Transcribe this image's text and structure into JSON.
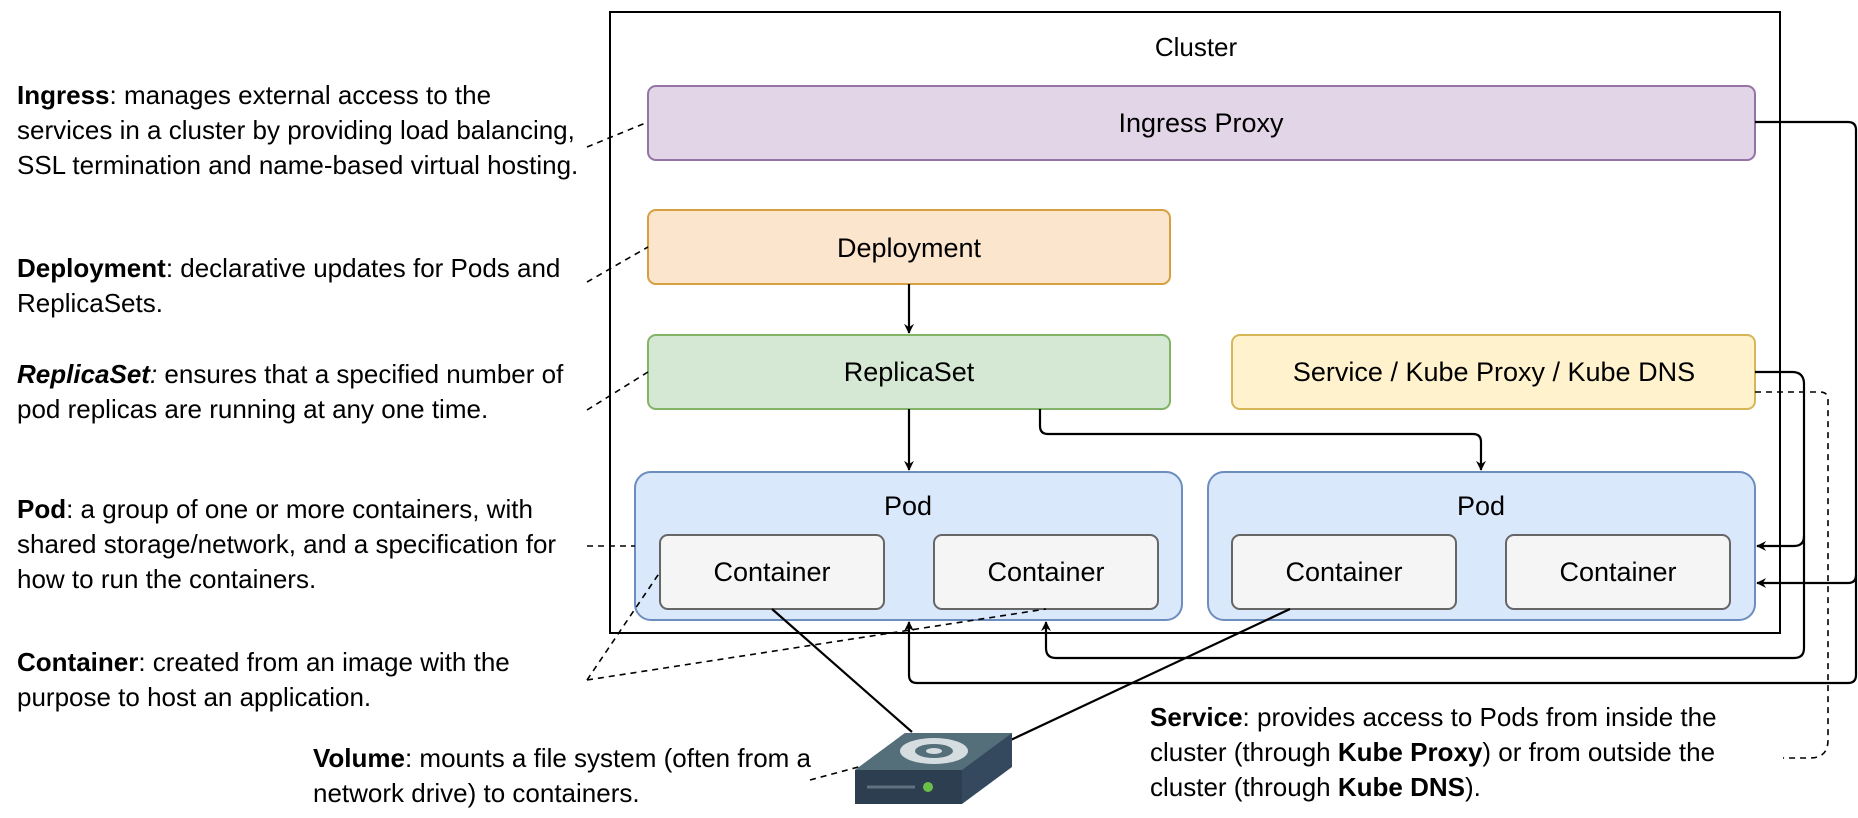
{
  "cluster": {
    "label": "Cluster"
  },
  "ingress_proxy": {
    "label": "Ingress Proxy"
  },
  "deployment": {
    "label": "Deployment"
  },
  "replicaset": {
    "label": "ReplicaSet"
  },
  "service_box": {
    "label": "Service / Kube Proxy / Kube DNS"
  },
  "pods": [
    {
      "label": "Pod",
      "containers": [
        "Container",
        "Container"
      ]
    },
    {
      "label": "Pod",
      "containers": [
        "Container",
        "Container"
      ]
    }
  ],
  "notes": {
    "ingress": {
      "term": "Ingress",
      "text": ": manages external access to the services in a cluster by providing load balancing, SSL termination and name-based virtual hosting."
    },
    "deployment": {
      "term": "Deployment",
      "text": ": declarative updates for Pods and ReplicaSets."
    },
    "replicaset": {
      "term": "ReplicaSet",
      "sep": ":",
      "text": " ensures that a specified number of pod replicas are running at any one time."
    },
    "pod": {
      "term": "Pod",
      "text": ": a group of one or more containers, with shared storage/network, and a specification for how to run the containers."
    },
    "container": {
      "term": "Container",
      "text": ": created from an image with the purpose to host an application."
    },
    "volume": {
      "term": "Volume",
      "text": ": mounts a file system (often from a network drive) to containers."
    },
    "service": {
      "term": "Service",
      "text1": ": provides access to Pods from inside the cluster (through ",
      "kube_proxy": "Kube Proxy",
      "text2": ") or from outside the cluster (through ",
      "kube_dns": "Kube DNS",
      "text3": ")."
    }
  },
  "icons": {
    "volume": "disk-drive-icon"
  },
  "colors": {
    "ingress_fill": "#e1d5e7",
    "ingress_stroke": "#9673a6",
    "deployment_fill": "#fce5cd",
    "deployment_stroke": "#d6a040",
    "replicaset_fill": "#d5e8d4",
    "replicaset_stroke": "#82b366",
    "service_fill": "#fff2cc",
    "service_stroke": "#d6b656",
    "pod_fill": "#dae8fc",
    "pod_stroke": "#6c8ebf",
    "container_fill": "#f5f5f5",
    "container_stroke": "#666666"
  }
}
